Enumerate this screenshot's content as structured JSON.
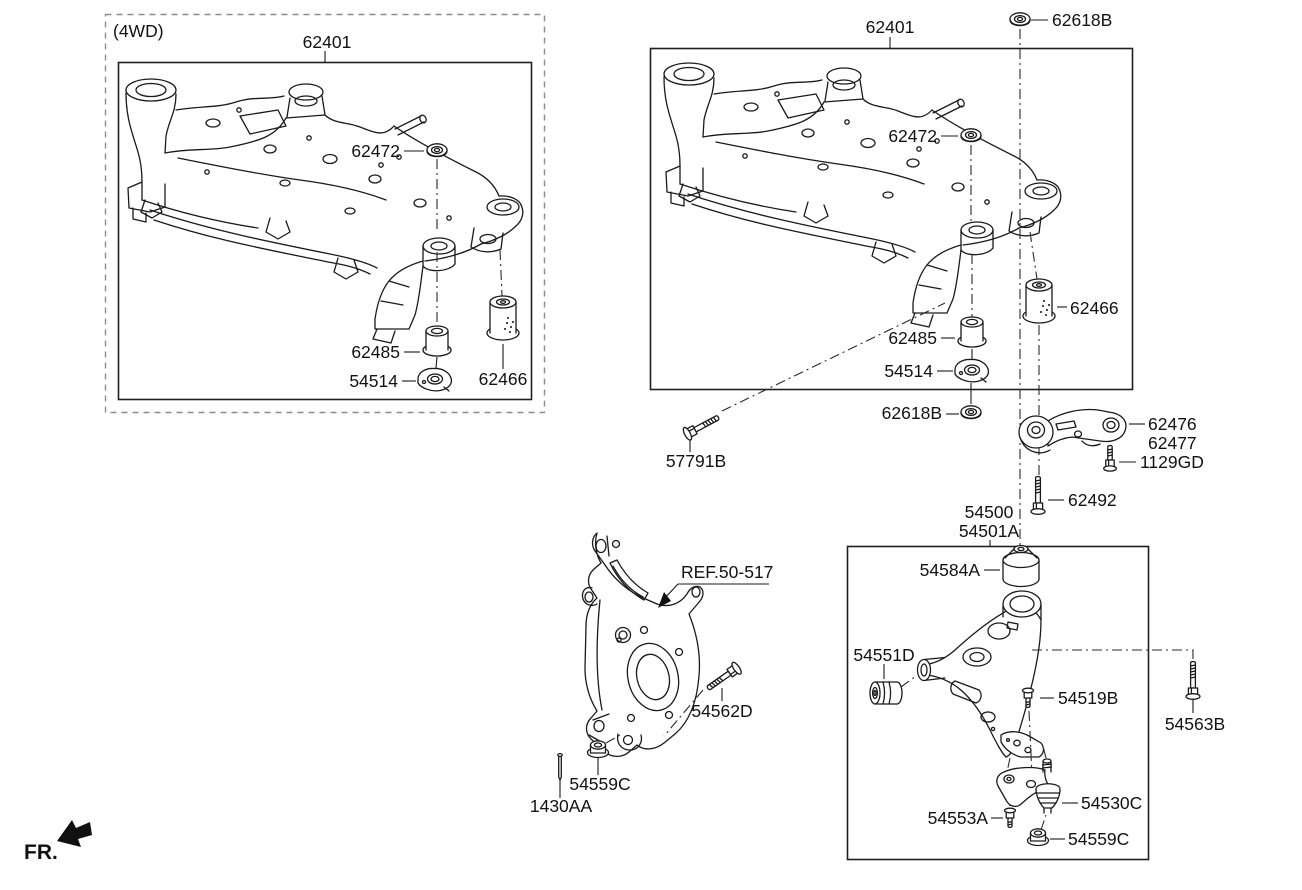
{
  "fr": {
    "label": "FR."
  },
  "awd": {
    "tag": "(4WD)",
    "assembly": "62401",
    "nut": "62472",
    "bushing_front": "62485",
    "stopper": "54514",
    "bushing_rear": "62466"
  },
  "main": {
    "assembly": "62401",
    "nut_upper": "62618B",
    "nut": "62472",
    "bushing_rear": "62466",
    "bushing_front": "62485",
    "stopper": "54514",
    "nut_lower": "62618B",
    "mount_bolt": "57791B"
  },
  "stay": {
    "stay_upper": "62476",
    "stay_lower": "62477",
    "flange_bolt": "1129GD",
    "through_bolt": "62492"
  },
  "knuckle": {
    "ref": "REF.50-517",
    "clamp_bolt": "54562D",
    "flange_nut": "54559C",
    "split_pin": "1430AA"
  },
  "arm": {
    "assembly_upper": "54500",
    "assembly_lower": "54501A",
    "bushing_rear": "54584A",
    "bushing_front": "54551D",
    "stud": "54519B",
    "mount_bolt": "54563B",
    "ball_joint": "54530C",
    "joint_bolt": "54553A",
    "castle_nut": "54559C"
  }
}
